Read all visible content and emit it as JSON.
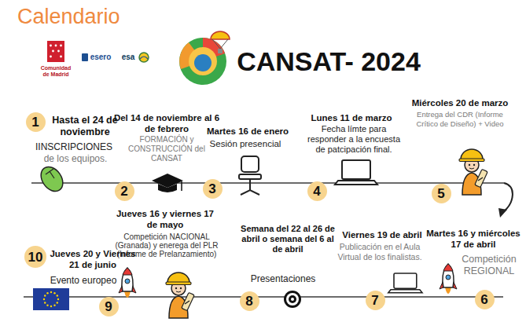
{
  "diagram": {
    "title": "Calendario",
    "nodes": [
      {
        "text": [
          "1"
        ]
      },
      {
        "text": [
          "2"
        ]
      },
      {
        "text": [
          "3"
        ]
      },
      {
        "text": [
          "4"
        ]
      },
      {
        "text": [
          "5"
        ]
      },
      {
        "text": [
          "6"
        ]
      },
      {
        "text": [
          "7"
        ]
      },
      {
        "text": [
          "8"
        ]
      },
      {
        "text": [
          "9"
        ]
      },
      {
        "text": [
          "10"
        ]
      }
    ],
    "labels": [
      "Comunidad de Madrid",
      "esero",
      "esa",
      "CANSAT- 2024",
      "Hasta el 24 de noviembre",
      "IINSCRIPCIONES",
      "de los equipos.",
      "Del 14 de noviembre al 6 de febrero",
      "FORMACIÓN y CONSTRUCCIÓN del CANSAT",
      "Martes 16 de enero",
      "Sesión presencial",
      "Lunes 11 de marzo",
      "Fecha límte para responder a la encuesta de patcipación final.",
      "Miércoles 20 de marzo",
      "Entrega del CDR (Informe Crítico de Diseño) + Video",
      "Martes 16 y miércoles 17 de abril",
      "Competición REGIONAL",
      "Viernes 19 de abril",
      "Publicación en el Aula Virtual de los finalistas.",
      "Semana del 22 al 26 de abril o semana del 6 al de abril",
      "Presentaciones",
      "Jueves 16 y viernes 17 de mayo",
      "Competición NACIONAL (Granada) y enerega del PLR (Informe de Prelanzamiento)",
      "Jueves 20 y Viernes 21 de junio",
      "Evento europeo"
    ]
  }
}
